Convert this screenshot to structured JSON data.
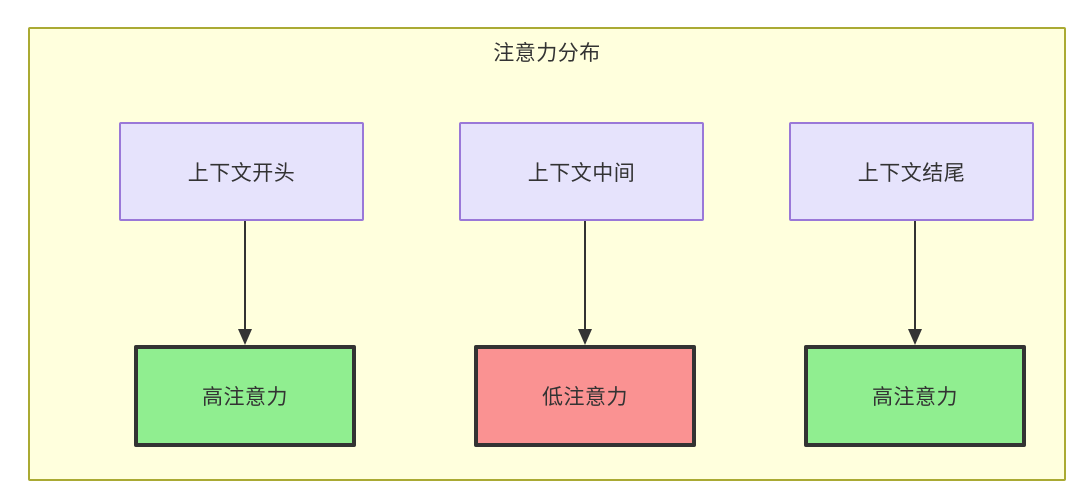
{
  "diagram": {
    "title": "注意力分布",
    "colors": {
      "container_fill": "#ffffdd",
      "container_border": "#aaaa33",
      "context_fill": "#e6e3fc",
      "context_border": "#9a78d8",
      "high_attention_fill": "#90ee90",
      "low_attention_fill": "#fa9292",
      "node_border": "#333333",
      "edge": "#333333",
      "text": "#333333"
    },
    "columns": [
      {
        "context_label": "上下文开头",
        "attention_label": "高注意力",
        "attention_level": "high"
      },
      {
        "context_label": "上下文中间",
        "attention_label": "低注意力",
        "attention_level": "low"
      },
      {
        "context_label": "上下文结尾",
        "attention_label": "高注意力",
        "attention_level": "high"
      }
    ]
  }
}
